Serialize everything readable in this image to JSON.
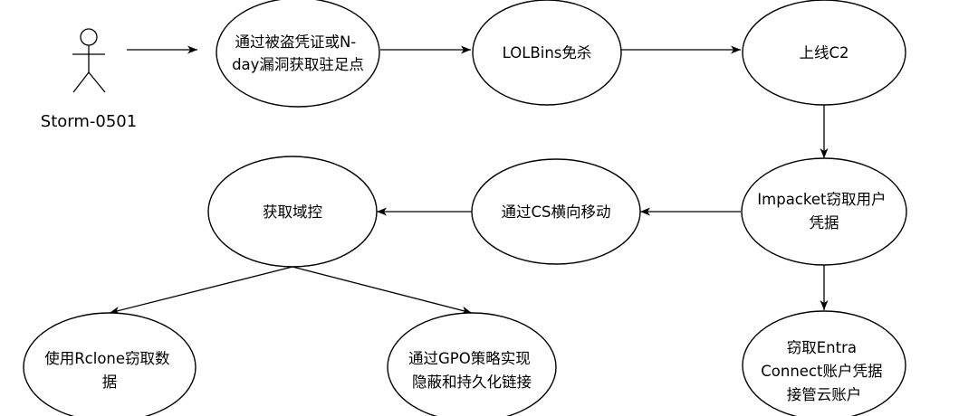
{
  "diagram": {
    "actor": {
      "label": "Storm-0501"
    },
    "nodes": [
      {
        "id": "n1",
        "lines": [
          "通过被盗凭证或N-",
          "day漏洞获取驻足点"
        ]
      },
      {
        "id": "n2",
        "lines": [
          "LOLBins免杀"
        ]
      },
      {
        "id": "n3",
        "lines": [
          "上线C2"
        ]
      },
      {
        "id": "n4",
        "lines": [
          "Impacket窃取用户",
          "凭据"
        ]
      },
      {
        "id": "n5",
        "lines": [
          "通过CS横向移动"
        ]
      },
      {
        "id": "n6",
        "lines": [
          "获取域控"
        ]
      },
      {
        "id": "n7",
        "lines": [
          "窃取Entra",
          "Connect账户凭据",
          "接管云账户"
        ]
      },
      {
        "id": "n8",
        "lines": [
          "使用Rclone窃取数",
          "据"
        ]
      },
      {
        "id": "n9",
        "lines": [
          "通过GPO策略实现",
          "隐蔽和持久化链接"
        ]
      }
    ],
    "edges": [
      {
        "from": "actor",
        "to": "n1"
      },
      {
        "from": "n1",
        "to": "n2"
      },
      {
        "from": "n2",
        "to": "n3"
      },
      {
        "from": "n3",
        "to": "n4"
      },
      {
        "from": "n4",
        "to": "n5"
      },
      {
        "from": "n5",
        "to": "n6"
      },
      {
        "from": "n4",
        "to": "n7"
      },
      {
        "from": "n6",
        "to": "n8"
      },
      {
        "from": "n6",
        "to": "n9"
      }
    ]
  }
}
